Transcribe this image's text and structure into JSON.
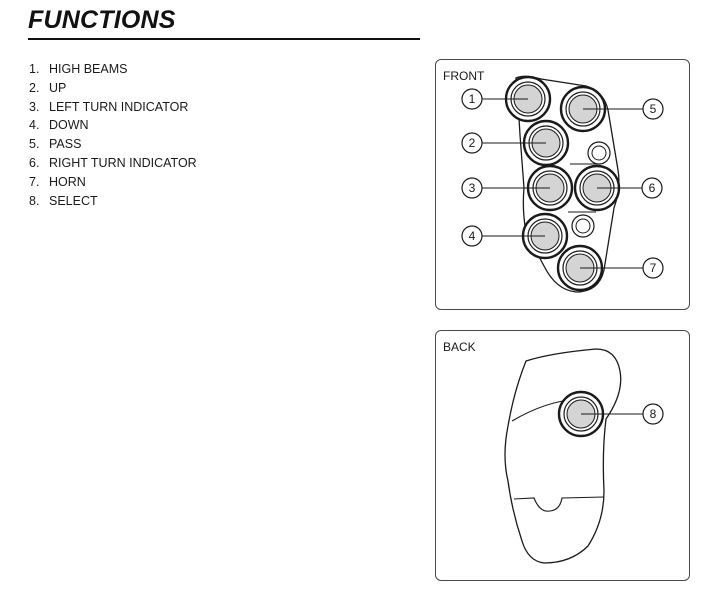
{
  "page": {
    "title": "FUNCTIONS"
  },
  "functions": [
    {
      "number": "1.",
      "label": "HIGH BEAMS"
    },
    {
      "number": "2.",
      "label": "UP"
    },
    {
      "number": "3.",
      "label": "LEFT TURN INDICATOR"
    },
    {
      "number": "4.",
      "label": "DOWN"
    },
    {
      "number": "5.",
      "label": "PASS"
    },
    {
      "number": "6.",
      "label": "RIGHT TURN INDICATOR"
    },
    {
      "number": "7.",
      "label": "HORN"
    },
    {
      "number": "8.",
      "label": "SELECT"
    }
  ],
  "front_panel": {
    "label": "FRONT",
    "callouts": [
      "1",
      "2",
      "3",
      "4",
      "5",
      "6",
      "7"
    ]
  },
  "back_panel": {
    "label": "BACK",
    "callouts": [
      "8"
    ]
  },
  "colors": {
    "button_fill": "#d4d4d4",
    "outline": "#1a1a1a",
    "panel_border": "#4a4a4a"
  }
}
